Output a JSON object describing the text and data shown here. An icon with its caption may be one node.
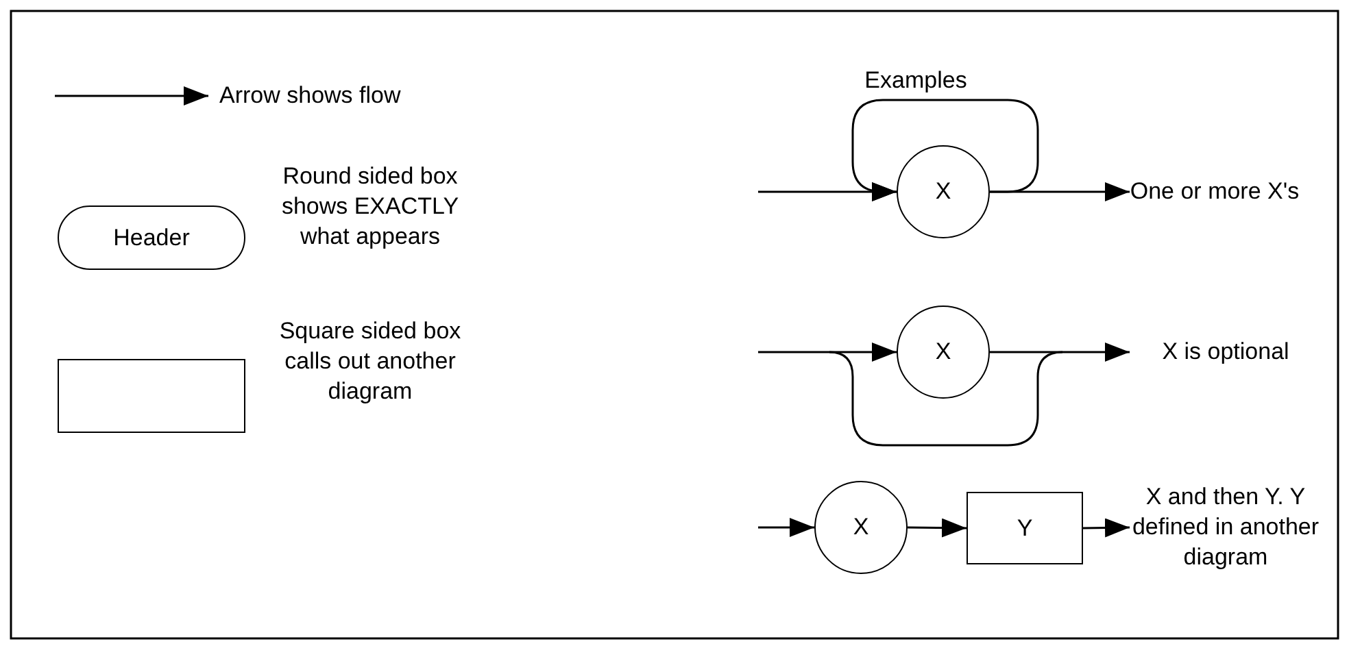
{
  "diagram": {
    "nodes": [
      {
        "text": [
          "Header"
        ]
      },
      {
        "text": [],
        "shape": "box"
      },
      {
        "text": [
          "X"
        ]
      },
      {
        "text": [
          "One or more X's"
        ]
      },
      {
        "text": [
          "X"
        ]
      },
      {
        "text": [
          "X is optional"
        ]
      },
      {
        "text": [
          "X"
        ]
      },
      {
        "text": [
          "Y"
        ]
      },
      {
        "text": [
          "X and then Y. Y defined in another diagram"
        ]
      }
    ],
    "edges": [
      {
        "from": null,
        "to": 2,
        "arrow": "to"
      },
      {
        "from": 2,
        "to": 2,
        "arrow": "to"
      },
      {
        "from": 2,
        "to": 3,
        "arrow": "to"
      },
      {
        "from": null,
        "to": 4,
        "arrow": "to"
      },
      {
        "from": 4,
        "to": 5,
        "arrow": "to"
      },
      {
        "from": null,
        "to": 6,
        "arrow": "to"
      },
      {
        "from": 6,
        "to": 7,
        "arrow": "to"
      },
      {
        "from": 7,
        "to": 8,
        "arrow": "to"
      }
    ],
    "labels": [
      "Examples",
      "Arrow shows flow",
      "Round sided box shows EXACTLY what appears",
      "Square sided box calls out another diagram"
    ]
  }
}
